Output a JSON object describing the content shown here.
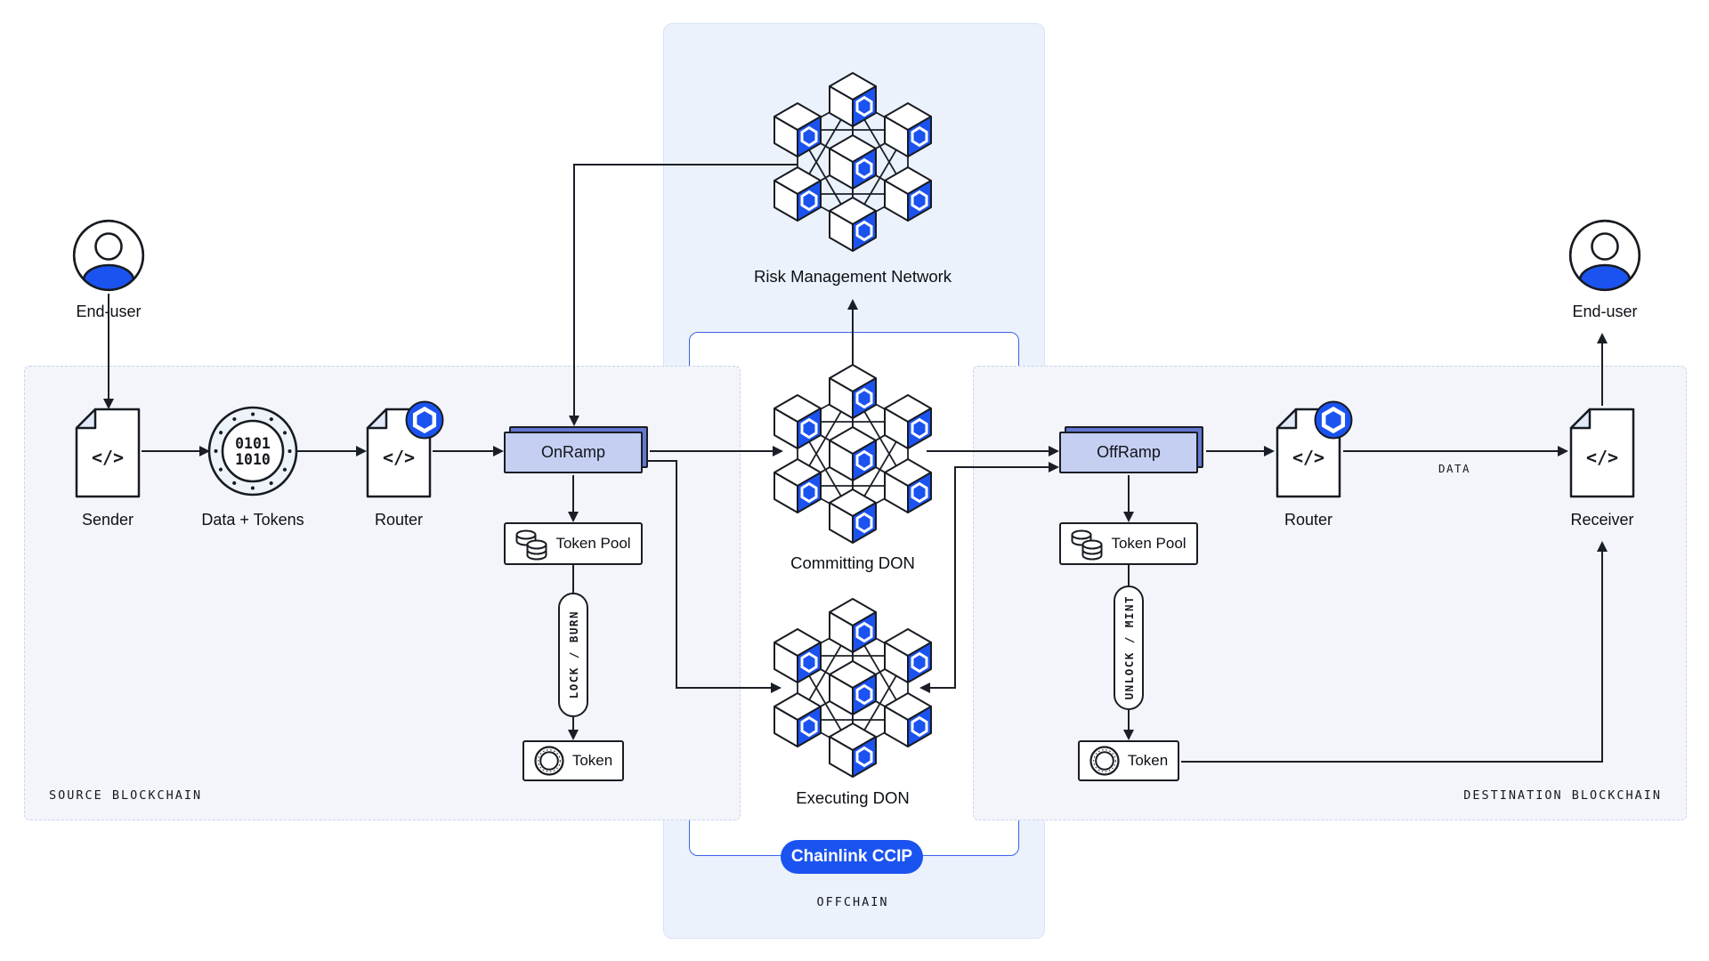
{
  "colors": {
    "accent": "#1B53F0",
    "ccip_border": "#3A63E8",
    "ramp_front": "#C5CFF2",
    "ramp_back": "#6377D0"
  },
  "glyphs": {
    "code": "</>"
  },
  "source_chain": {
    "region_label": "SOURCE BLOCKCHAIN",
    "end_user_label": "End-user",
    "sender_label": "Sender",
    "data_tokens_label": "Data + Tokens",
    "coin_binary_line1": "0101",
    "coin_binary_line2": "1010",
    "router_label": "Router",
    "onramp_label": "OnRamp",
    "token_pool_label": "Token Pool",
    "lock_burn_label": "LOCK / BURN",
    "token_label": "Token"
  },
  "offchain": {
    "region_label": "OFFCHAIN",
    "risk_management_label": "Risk Management Network",
    "committing_don_label": "Committing DON",
    "executing_don_label": "Executing DON",
    "ccip_badge_label": "Chainlink CCIP"
  },
  "destination_chain": {
    "region_label": "DESTINATION BLOCKCHAIN",
    "offramp_label": "OffRamp",
    "token_pool_label": "Token Pool",
    "unlock_mint_label": "UNLOCK / MINT",
    "token_label": "Token",
    "router_label": "Router",
    "data_flow_label": "DATA",
    "receiver_label": "Receiver",
    "end_user_label": "End-user"
  }
}
